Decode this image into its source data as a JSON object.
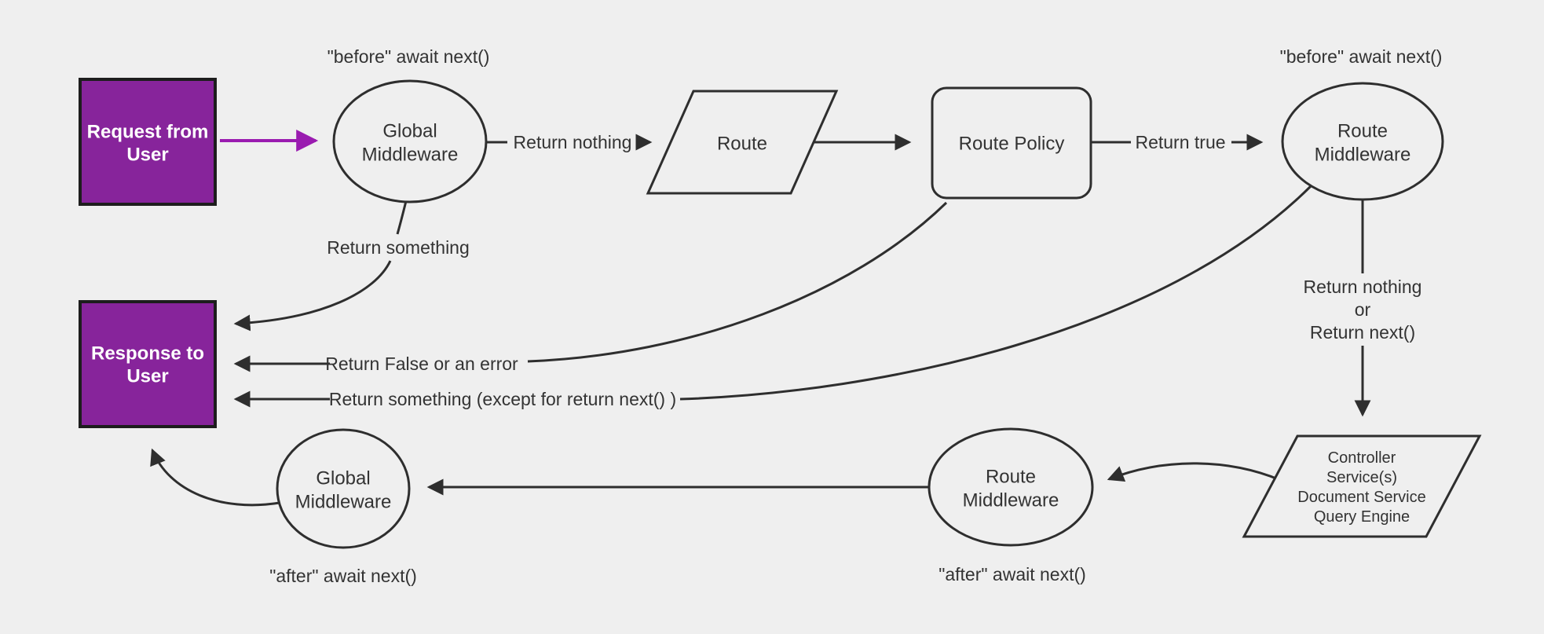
{
  "background": "#efefef",
  "colors": {
    "canvas_background": "#efefef",
    "shape_stroke": "#2e2e2e",
    "label_text": "#333333",
    "purple_fill": "#87249b",
    "purple_arrow": "#9a1bb0",
    "box_text": "#ffffff"
  },
  "nodes": {
    "request_from_user": {
      "type": "rectangle",
      "lines": [
        "Request from",
        "User"
      ]
    },
    "global_middleware_top": {
      "type": "ellipse",
      "lines": [
        "Global",
        "Middleware"
      ]
    },
    "route": {
      "type": "parallelogram",
      "lines": [
        "Route"
      ]
    },
    "route_policy": {
      "type": "rounded-rectangle",
      "lines": [
        "Route Policy"
      ]
    },
    "route_middleware_top": {
      "type": "ellipse",
      "lines": [
        "Route",
        "Middleware"
      ]
    },
    "controller_services": {
      "type": "parallelogram",
      "lines": [
        "Controller",
        "Service(s)",
        "Document Service",
        "Query Engine"
      ]
    },
    "route_middleware_bottom": {
      "type": "ellipse",
      "lines": [
        "Route",
        "Middleware"
      ]
    },
    "global_middleware_bottom": {
      "type": "ellipse",
      "lines": [
        "Global",
        "Middleware"
      ]
    },
    "response_to_user": {
      "type": "rectangle",
      "lines": [
        "Response to",
        "User"
      ]
    }
  },
  "annotations": {
    "before_await_next_left": "\"before\" await next()",
    "before_await_next_right": "\"before\" await next()",
    "after_await_next_right": "\"after\" await next()",
    "after_await_next_left": "\"after\" await next()",
    "return_nothing": "Return nothing",
    "return_true": "Return true",
    "return_something": "Return something",
    "return_false_or_error": "Return False or an error",
    "return_something_except": "Return something (except for return next() )",
    "return_nothing_or_next": [
      "Return nothing",
      "or",
      "Return next()"
    ]
  }
}
